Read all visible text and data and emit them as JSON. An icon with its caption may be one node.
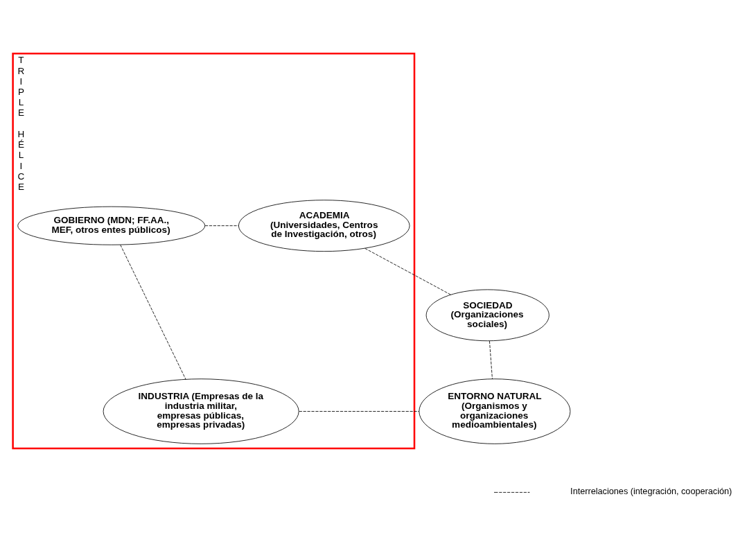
{
  "diagram": {
    "nodes": [
      {
        "text": [
          "TRIPLE HÉLICE"
        ]
      },
      {
        "text": [
          "GOBIERNO (MDN; FF.AA., MEF, otros entes públicos)"
        ],
        "in": 0
      },
      {
        "text": [
          "ACADEMIA",
          "(Universidades, Centros de Investigación, otros)"
        ],
        "in": 0
      },
      {
        "text": [
          "SOCIEDAD",
          "(Organizaciones sociales)"
        ]
      },
      {
        "text": [
          "INDUSTRIA (Empresas de la industria militar, empresas públicas, empresas privadas)"
        ],
        "in": 0
      },
      {
        "text": [
          "ENTORNO NATURAL",
          "(Organismos y organizaciones medioambientales)"
        ]
      }
    ],
    "edges": [
      {
        "from": 1,
        "to": 2,
        "arrow": "none",
        "style": "dashed"
      },
      {
        "from": 2,
        "to": 3,
        "arrow": "none",
        "style": "dashed"
      },
      {
        "from": 1,
        "to": 4,
        "arrow": "none",
        "style": "dashed"
      },
      {
        "from": 3,
        "to": 5,
        "arrow": "none",
        "style": "dashed"
      },
      {
        "from": 4,
        "to": 5,
        "arrow": "none",
        "style": "dashed"
      }
    ],
    "legend": [
      {
        "text": "Interrelaciones (integración, cooperación)"
      }
    ]
  }
}
